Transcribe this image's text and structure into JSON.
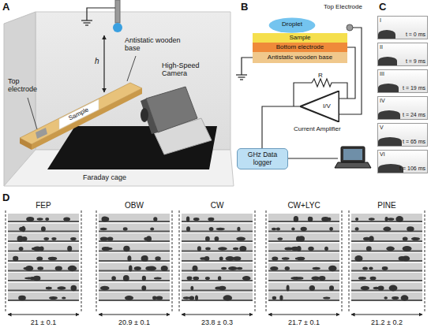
{
  "diagram": {
    "nodes": [
      {
        "text": [
          "Droplet"
        ]
      },
      {
        "text": [
          "Sample"
        ]
      },
      {
        "text": [
          "Bottom electrode"
        ]
      },
      {
        "text": [
          "Antistatic wooden base"
        ]
      },
      {
        "text": [
          "I/V"
        ]
      },
      {
        "text": [
          "GHz Data logger"
        ]
      },
      {
        "text": [
          "I",
          "t = 0 ms"
        ]
      },
      {
        "text": [
          "II",
          "t = 9 ms"
        ]
      },
      {
        "text": [
          "III",
          "t = 19 ms"
        ]
      },
      {
        "text": [
          "IV",
          "t = 24 ms"
        ]
      },
      {
        "text": [
          "V",
          "t = 65 ms"
        ]
      },
      {
        "text": [
          "VI",
          "t = 106 ms"
        ]
      }
    ],
    "edges": [
      {
        "from": 2,
        "to": 4,
        "arrow": "none"
      },
      {
        "from": 4,
        "to": 5,
        "arrow": "none"
      }
    ],
    "labels": [
      "A",
      "Antistatic wooden base",
      "h",
      "Top electrode",
      "Sample",
      "High-Speed Camera",
      "Faraday cage",
      "B",
      "Top Electrode",
      "R",
      "Current Amplifier",
      "C",
      "D",
      "FEP",
      "OBW",
      "CW",
      "CW+LYC",
      "PINE",
      "21 ± 0.1",
      "20.9 ± 0.1",
      "23.8 ± 0.3",
      "21.7 ± 0.1",
      "21.2 ± 0.2"
    ]
  }
}
